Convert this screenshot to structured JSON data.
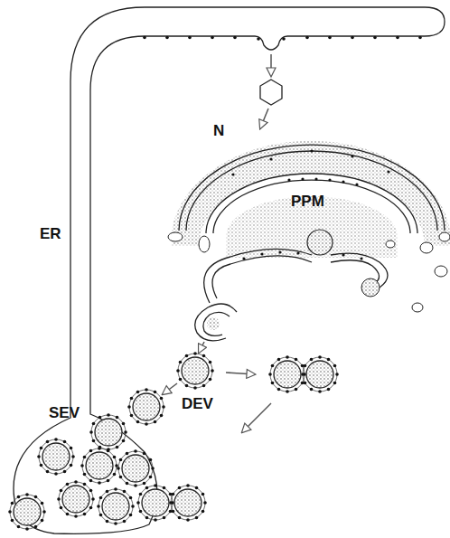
{
  "diagram": {
    "labels": [
      "ER",
      "N",
      "PPM",
      "SEV",
      "DEV"
    ]
  }
}
